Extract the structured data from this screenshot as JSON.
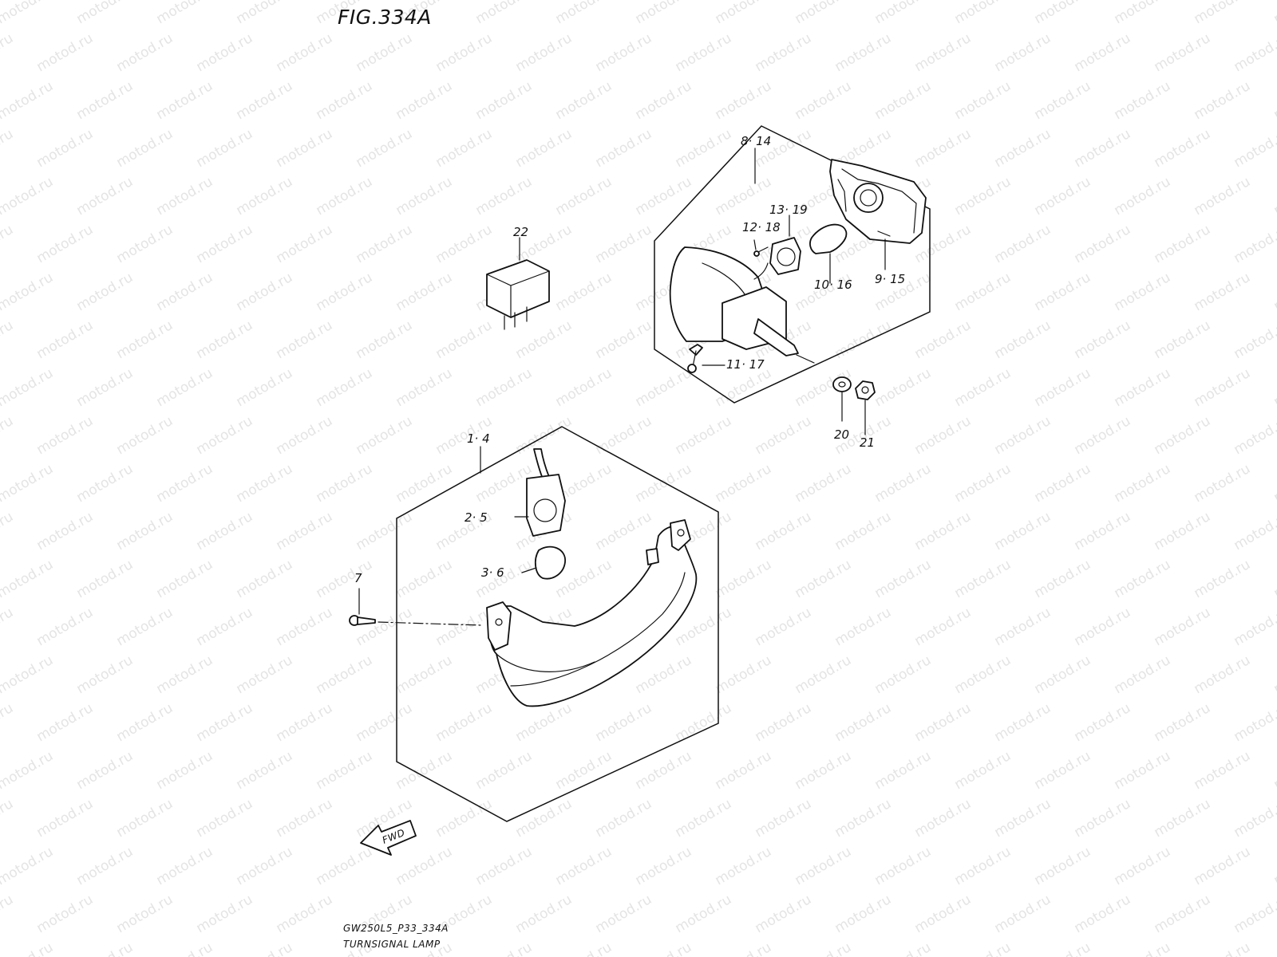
{
  "figure": {
    "title": "FIG.334A",
    "diagram_code": "GW250L5_P33_334A",
    "diagram_name": "TURNSIGNAL LAMP",
    "watermark_text": "motod.ru",
    "direction_arrow": "FWD"
  },
  "callouts": {
    "c_8_14": "8· 14",
    "c_13_19": "13· 19",
    "c_12_18": "12· 18",
    "c_10_16": "10· 16",
    "c_9_15": "9· 15",
    "c_11_17": "11· 17",
    "c_20": "20",
    "c_21": "21",
    "c_22": "22",
    "c_1_4": "1· 4",
    "c_2_5": "2· 5",
    "c_3_6": "3· 6",
    "c_7": "7"
  },
  "colors": {
    "line": "#111111",
    "watermark": "#e4e4e4",
    "background": "#ffffff"
  }
}
